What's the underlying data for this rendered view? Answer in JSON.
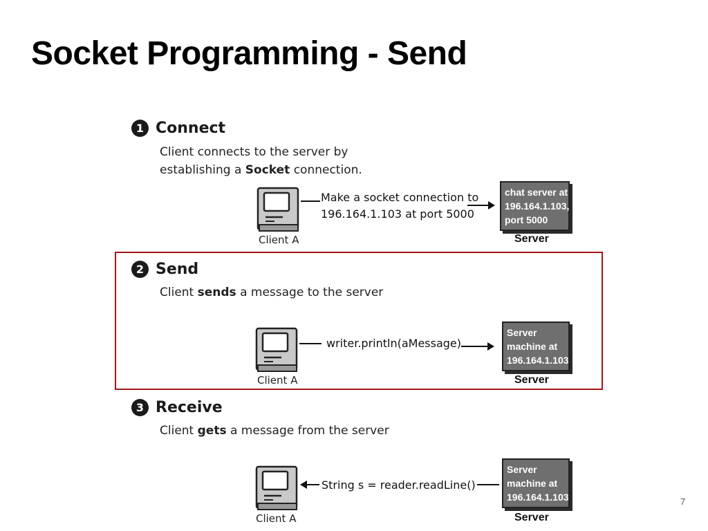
{
  "slide": {
    "title": "Socket Programming - Send",
    "page_number": "7"
  },
  "steps": [
    {
      "number": "1",
      "title": "Connect",
      "description_lines": [
        [
          "Client connects to the server by",
          ""
        ],
        [
          "establishing a ",
          "Socket",
          " connection."
        ]
      ],
      "message": [
        "Make a socket connection to",
        "196.164.1.103 at port 5000"
      ],
      "client_label": "Client A",
      "server_lines": [
        "chat server at",
        "196.164.1.103,",
        "port 5000"
      ],
      "server_label": "Server",
      "direction": "right"
    },
    {
      "number": "2",
      "title": "Send",
      "description_lines": [
        [
          "Client ",
          "sends",
          " a message to the server"
        ]
      ],
      "message": [
        "writer.println(aMessage)"
      ],
      "client_label": "Client A",
      "server_lines": [
        "Server",
        "machine at",
        "196.164.1.103"
      ],
      "server_label": "Server",
      "direction": "right"
    },
    {
      "number": "3",
      "title": "Receive",
      "description_lines": [
        [
          "Client ",
          "gets",
          " a message from the server"
        ]
      ],
      "message": [
        "String s = reader.readLine()"
      ],
      "client_label": "Client A",
      "server_lines": [
        "Server",
        "machine at",
        "196.164.1.103"
      ],
      "server_label": "Server",
      "direction": "left"
    }
  ],
  "highlight_color": "#a31518",
  "icons": {
    "step_number": "numbered-circle-icon",
    "client": "computer-icon",
    "server": "server-icon"
  }
}
